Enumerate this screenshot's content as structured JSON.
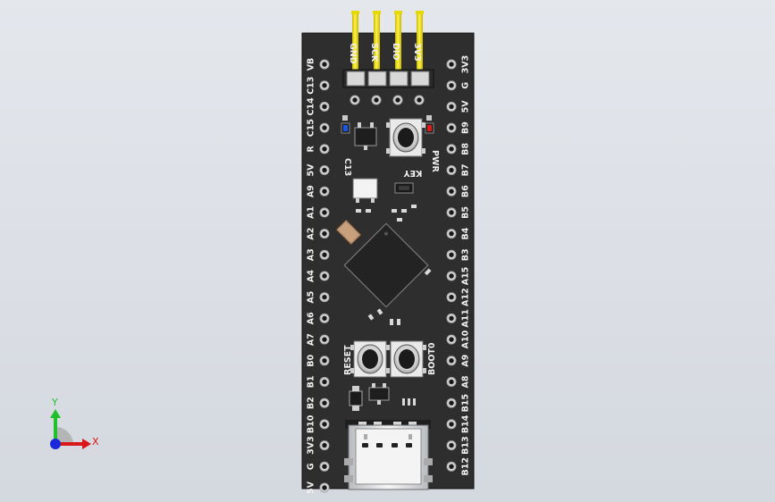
{
  "board": {
    "header_labels": [
      "GND",
      "SCK",
      "DIO",
      "3V3"
    ],
    "left_pins": [
      "VB",
      "C13",
      "C14",
      "C15",
      "R",
      "5V",
      "A9",
      "A1",
      "A2",
      "A3",
      "A4",
      "A5",
      "A6",
      "A7",
      "B0",
      "B1",
      "B2",
      "B10",
      "3V3",
      "G",
      "5V"
    ],
    "right_pins": [
      "3V3",
      "G",
      "5V",
      "B9",
      "B8",
      "B7",
      "B6",
      "B5",
      "B4",
      "B3",
      "A15",
      "A12",
      "A11",
      "A10",
      "A9",
      "A8",
      "B15",
      "B14",
      "B13",
      "B12"
    ],
    "silk": {
      "c13": "C13",
      "key": "KEY",
      "pwr": "PWR",
      "reset": "RESET",
      "boot0": "BOOT0"
    }
  },
  "triad": {
    "y_label": "Y",
    "x_label": "X",
    "colors": {
      "y": "#1fc02a",
      "x": "#d81818",
      "z": "#1a2ad8"
    }
  }
}
